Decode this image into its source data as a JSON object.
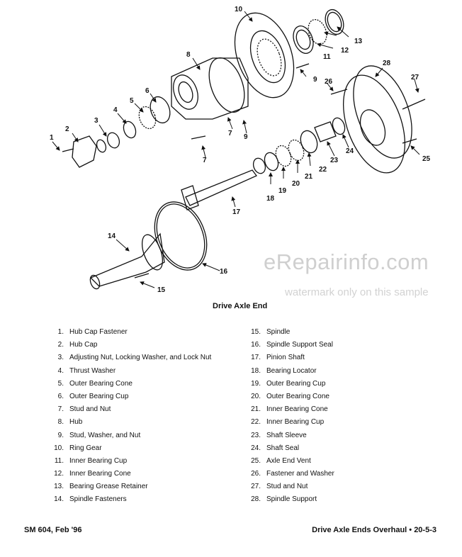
{
  "figure": {
    "title": "Drive Axle End",
    "callouts": [
      "1",
      "2",
      "3",
      "4",
      "5",
      "6",
      "7",
      "7",
      "8",
      "9",
      "9",
      "10",
      "11",
      "12",
      "13",
      "14",
      "15",
      "16",
      "17",
      "18",
      "19",
      "20",
      "21",
      "22",
      "23",
      "24",
      "25",
      "26",
      "27",
      "28"
    ]
  },
  "watermark": {
    "main": "eRepairinfo.com",
    "sub": "watermark only on this sample"
  },
  "legend": {
    "left": [
      {
        "num": "1.",
        "label": "Hub Cap Fastener"
      },
      {
        "num": "2.",
        "label": "Hub Cap"
      },
      {
        "num": "3.",
        "label": "Adjusting Nut, Locking Washer, and Lock Nut"
      },
      {
        "num": "4.",
        "label": "Thrust Washer"
      },
      {
        "num": "5.",
        "label": "Outer Bearing Cone"
      },
      {
        "num": "6.",
        "label": "Outer Bearing Cup"
      },
      {
        "num": "7.",
        "label": "Stud and Nut"
      },
      {
        "num": "8.",
        "label": "Hub"
      },
      {
        "num": "9.",
        "label": "Stud, Washer, and Nut"
      },
      {
        "num": "10.",
        "label": "Ring Gear"
      },
      {
        "num": "11.",
        "label": "Inner Bearing Cup"
      },
      {
        "num": "12.",
        "label": "Inner Bearing Cone"
      },
      {
        "num": "13.",
        "label": "Bearing Grease Retainer"
      },
      {
        "num": "14.",
        "label": "Spindle Fasteners"
      }
    ],
    "right": [
      {
        "num": "15.",
        "label": "Spindle"
      },
      {
        "num": "16.",
        "label": "Spindle Support Seal"
      },
      {
        "num": "17.",
        "label": "Pinion Shaft"
      },
      {
        "num": "18.",
        "label": "Bearing Locator"
      },
      {
        "num": "19.",
        "label": "Outer Bearing Cup"
      },
      {
        "num": "20.",
        "label": "Outer Bearing Cone"
      },
      {
        "num": "21.",
        "label": "Inner Bearing Cone"
      },
      {
        "num": "22.",
        "label": "Inner Bearing Cup"
      },
      {
        "num": "23.",
        "label": "Shaft Sleeve"
      },
      {
        "num": "24.",
        "label": "Shaft Seal"
      },
      {
        "num": "25.",
        "label": "Axle End Vent"
      },
      {
        "num": "26.",
        "label": "Fastener and Washer"
      },
      {
        "num": "27.",
        "label": "Stud and Nut"
      },
      {
        "num": "28.",
        "label": "Spindle Support"
      }
    ]
  },
  "footer": {
    "left": "SM 604, Feb '96",
    "right": "Drive Axle Ends Overhaul  •  20-5-3"
  }
}
